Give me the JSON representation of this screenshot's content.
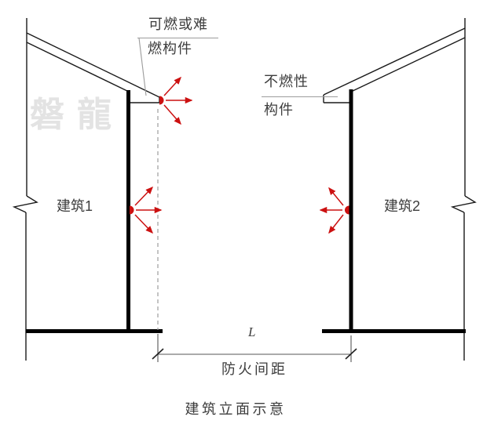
{
  "figure": {
    "caption": "建筑立面示意",
    "watermark": "磐龍"
  },
  "annotations": {
    "combustible": {
      "line1": "可燃或难",
      "line2": "燃构件"
    },
    "noncombustible": {
      "line1": "不燃性",
      "line2": "构件"
    },
    "building1": "建筑1",
    "building2": "建筑2",
    "dimension": {
      "symbol": "L",
      "label": "防火间距"
    }
  },
  "colors": {
    "outline": "#1a1a1a",
    "heavy": "#000000",
    "leader": "#9c9c9c",
    "dashed": "#9c9c9c",
    "dimension": "#555555",
    "tick": "#222222",
    "red": "#cc1111",
    "text": "#3d3d3d",
    "watermark": "#e3e3e3"
  }
}
